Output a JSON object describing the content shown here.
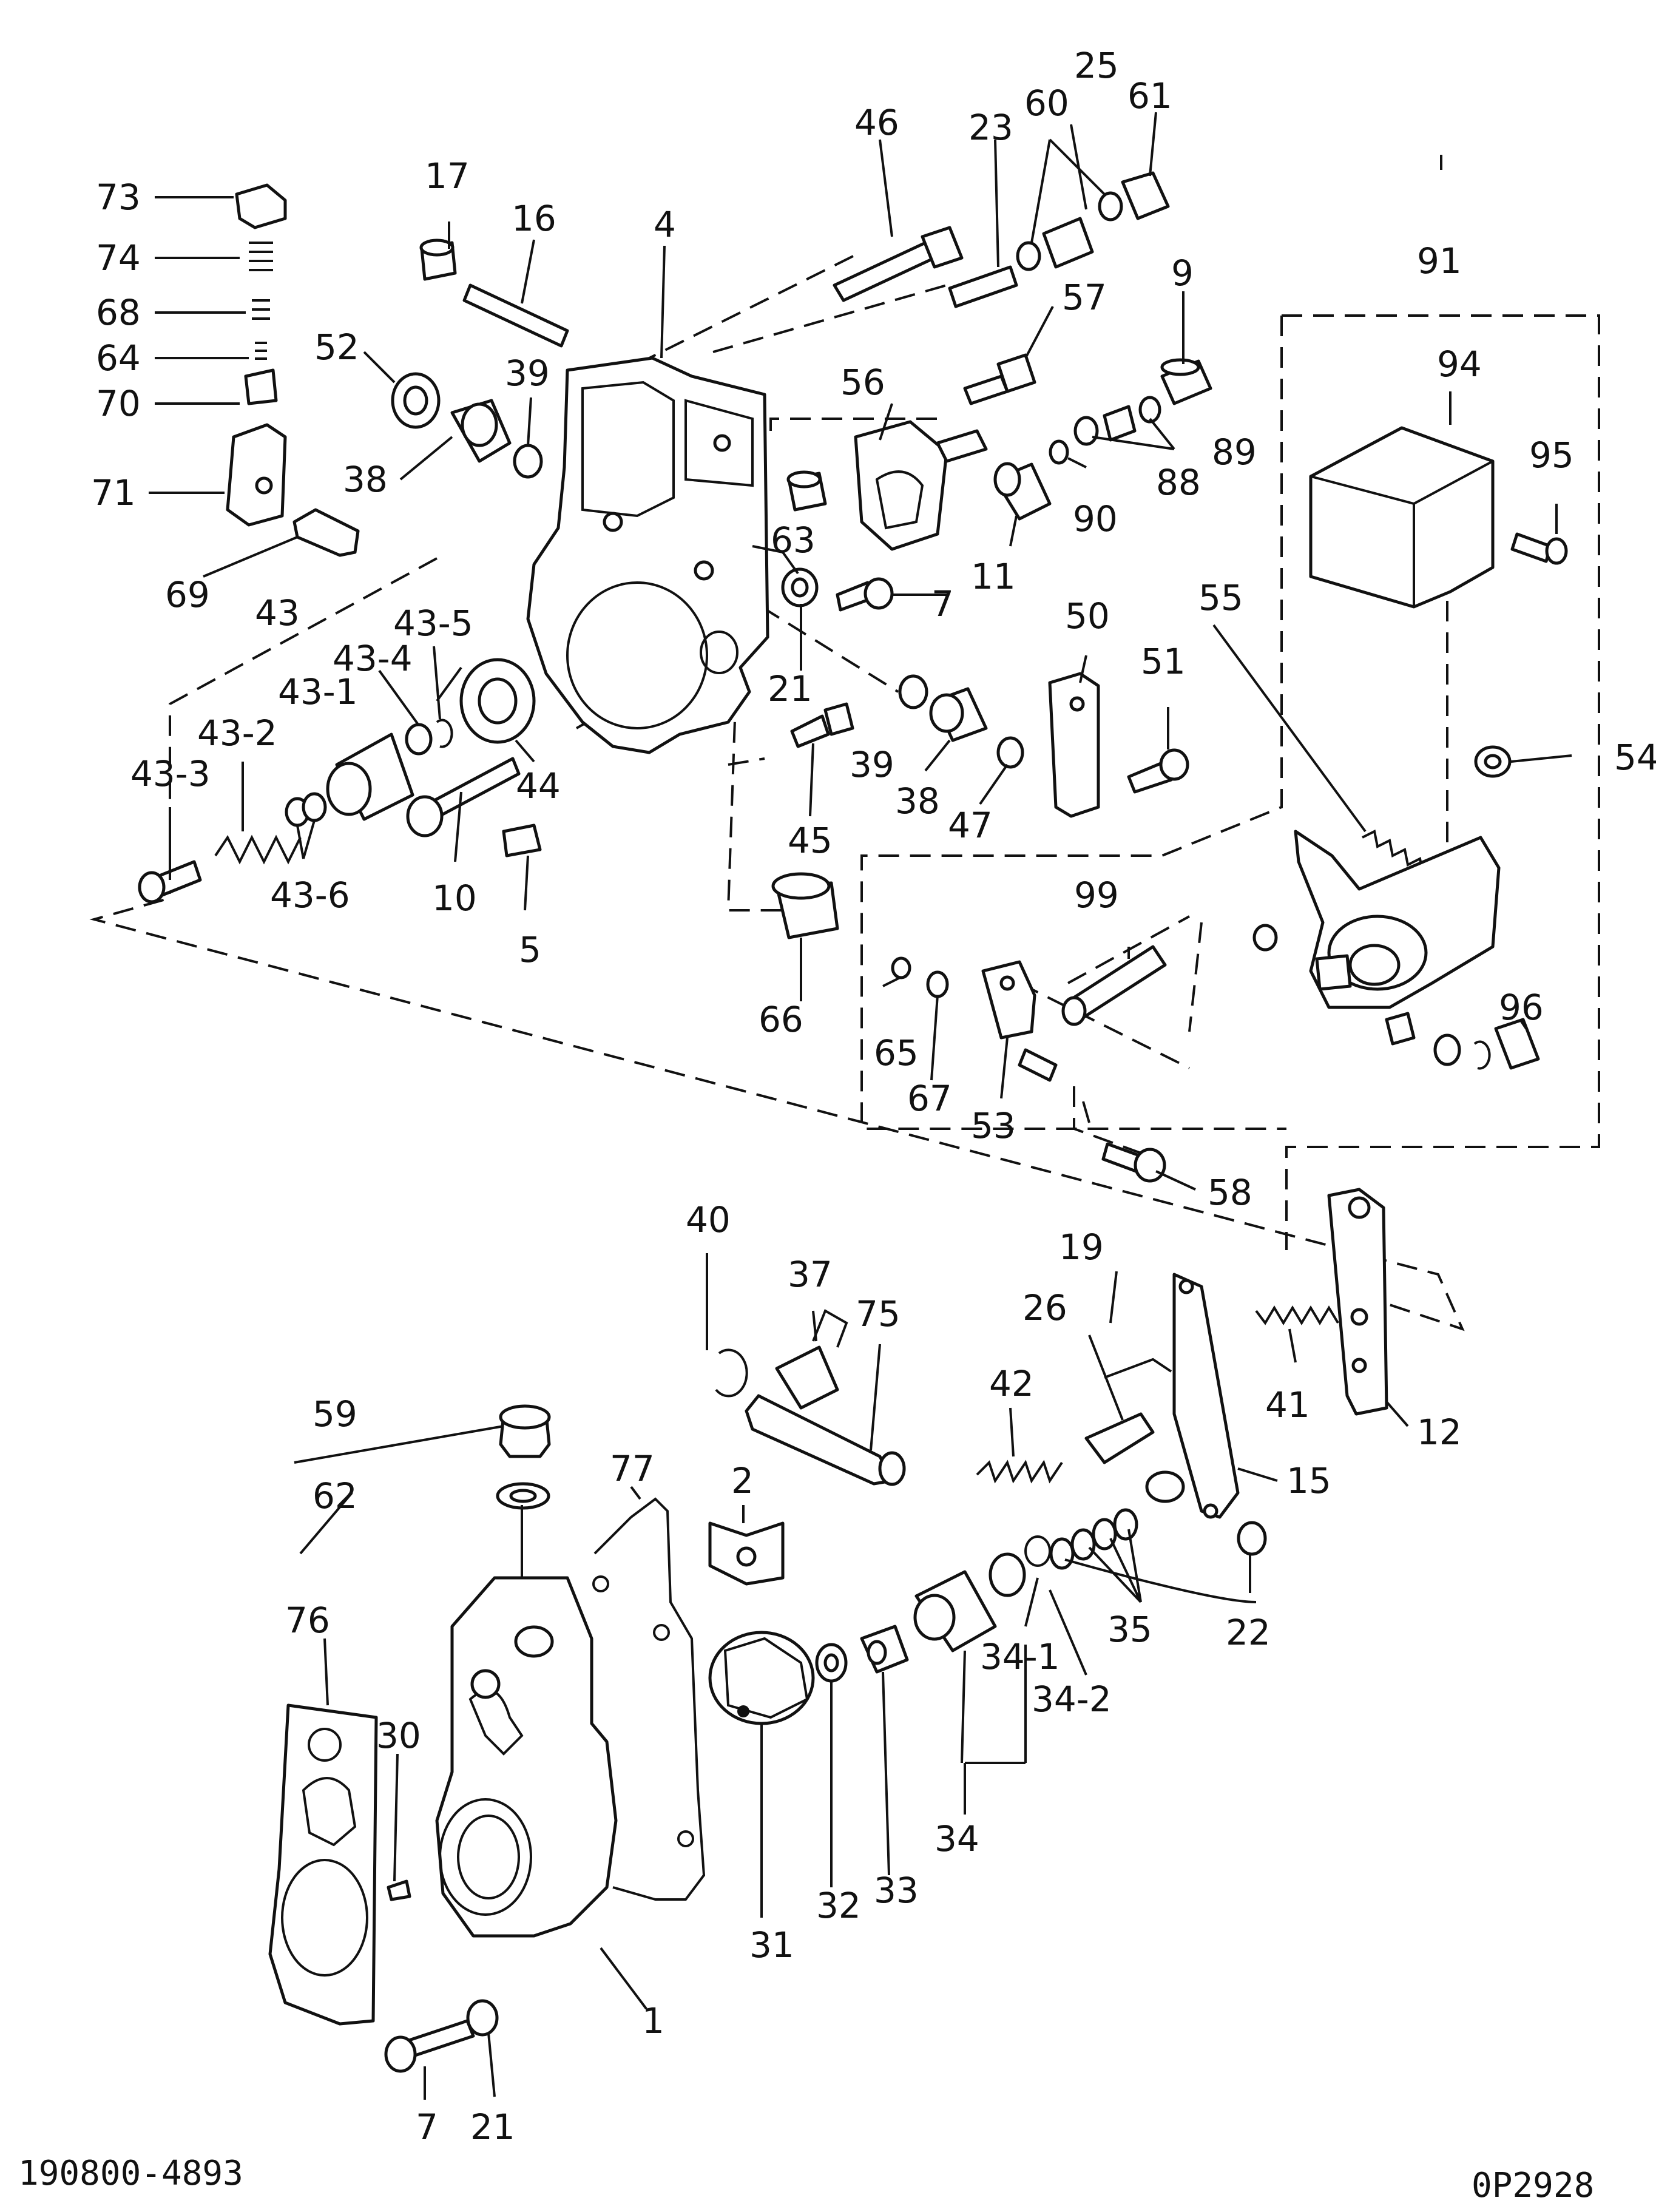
{
  "drawing": {
    "reference_number": "190800-4893",
    "sheet_code": "0P2928"
  },
  "callouts": [
    "1",
    "2",
    "4",
    "5",
    "7",
    "9",
    "10",
    "11",
    "12",
    "15",
    "16",
    "17",
    "19",
    "21",
    "22",
    "23",
    "25",
    "26",
    "30",
    "31",
    "32",
    "33",
    "34",
    "34-1",
    "34-2",
    "35",
    "37",
    "38",
    "39",
    "40",
    "41",
    "42",
    "43",
    "43-1",
    "43-2",
    "43-3",
    "43-4",
    "43-5",
    "43-6",
    "44",
    "45",
    "46",
    "47",
    "50",
    "51",
    "52",
    "53",
    "54",
    "55",
    "56",
    "57",
    "58",
    "59",
    "60",
    "61",
    "62",
    "63",
    "64",
    "65",
    "66",
    "67",
    "68",
    "69",
    "70",
    "71",
    "73",
    "74",
    "75",
    "76",
    "77",
    "88",
    "89",
    "90",
    "91",
    "94",
    "95",
    "96",
    "99"
  ],
  "callouts_repeated": {
    "7_b": "7",
    "21_b": "21",
    "38_b": "38",
    "39_b": "39"
  }
}
